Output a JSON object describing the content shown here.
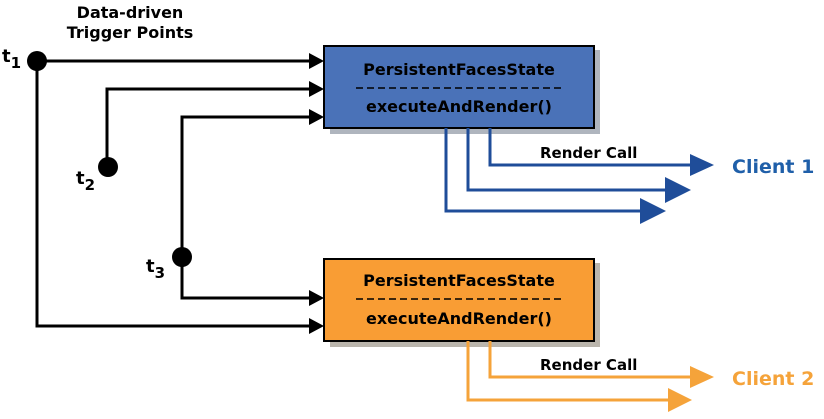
{
  "header": {
    "line1": "Data-driven",
    "line2": "Trigger Points"
  },
  "triggers": [
    {
      "base": "t",
      "sub": "1"
    },
    {
      "base": "t",
      "sub": "2"
    },
    {
      "base": "t",
      "sub": "3"
    }
  ],
  "top_box": {
    "title": "PersistentFacesState",
    "method": "executeAndRender()",
    "color": "#4a72b8",
    "line_color": "#1f4d99"
  },
  "bottom_box": {
    "title": "PersistentFacesState",
    "method": "executeAndRender()",
    "color": "#f99d34",
    "line_color": "#f5a33a"
  },
  "render_call_top": "Render Call",
  "render_call_bottom": "Render Call",
  "client1": {
    "label": "Client 1",
    "color": "#1f5fa9"
  },
  "client2": {
    "label": "Client 2",
    "color": "#f5a33a"
  }
}
